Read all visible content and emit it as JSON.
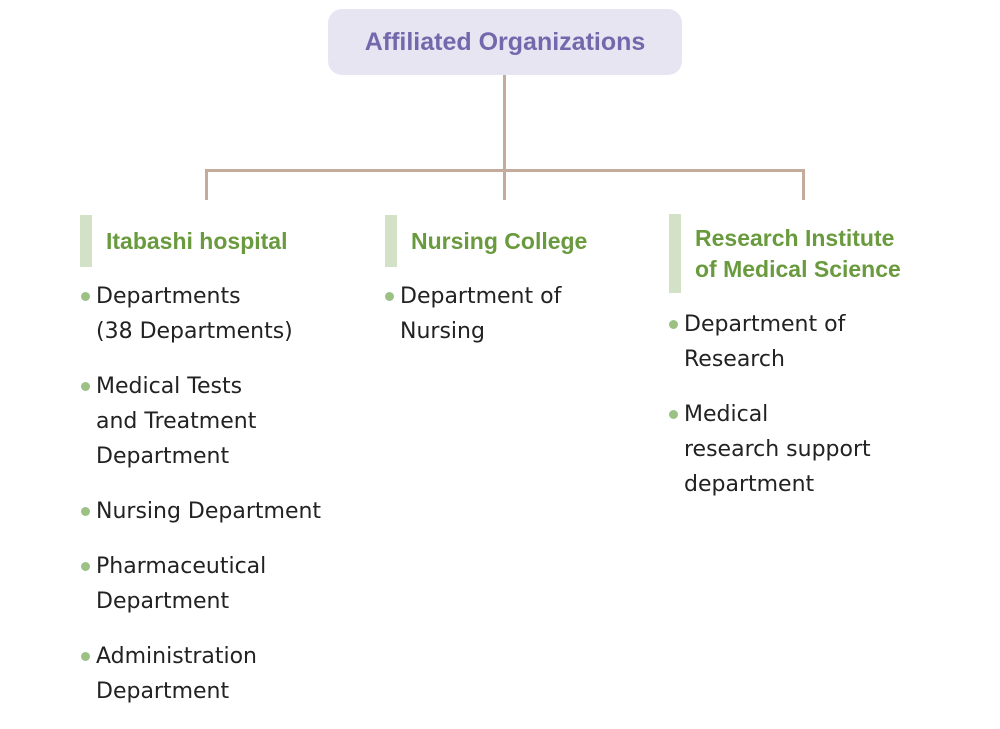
{
  "root": {
    "title": "Affiliated Organizations"
  },
  "colors": {
    "root_text": "#7468ad",
    "root_background": "#e8e5f2",
    "connector": "#c4ab9b",
    "header_text": "#6a9a3e",
    "header_bar": "#d3e2c6",
    "bullet": "#9bc185"
  },
  "columns": [
    {
      "title": "Itabashi hospital",
      "items": [
        "Departments\n(38 Departments)",
        "Medical Tests\nand Treatment\nDepartment",
        "Nursing Department",
        "Pharmaceutical\nDepartment",
        "Administration\nDepartment"
      ]
    },
    {
      "title": "Nursing College",
      "items": [
        "Department of\nNursing"
      ]
    },
    {
      "title": "Research Institute\nof Medical Science",
      "items": [
        "Department of\nResearch",
        "Medical\nresearch support\ndepartment"
      ]
    }
  ]
}
